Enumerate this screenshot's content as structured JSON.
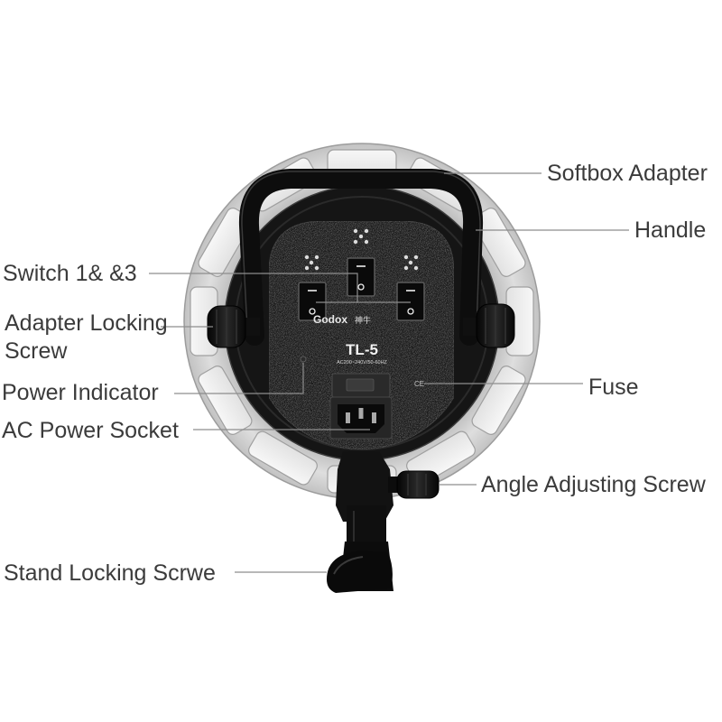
{
  "brand": {
    "logo_text": "Godox",
    "logo_cjk": "神牛"
  },
  "device": {
    "model": "TL-5",
    "rating": "AC200~240V/50-60HZ",
    "cert_mark": "CE"
  },
  "callouts": {
    "softbox_adapter": "Softbox Adapter",
    "handle": "Handle",
    "switch": "Switch 1& &3",
    "adapter_locking_screw": [
      "Adapter Locking",
      "Screw"
    ],
    "power_indicator": "Power Indicator",
    "fuse": "Fuse",
    "ac_power_socket": "AC Power Socket",
    "angle_adjusting_screw": "Angle Adjusting Screw",
    "stand_locking_screw": "Stand Locking Scrwe"
  },
  "colors": {
    "background": "#ffffff",
    "label_text": "#3b3b3b",
    "leader_line": "#8d8d8d",
    "body": "#151515",
    "ring": "#d6d6d6"
  }
}
